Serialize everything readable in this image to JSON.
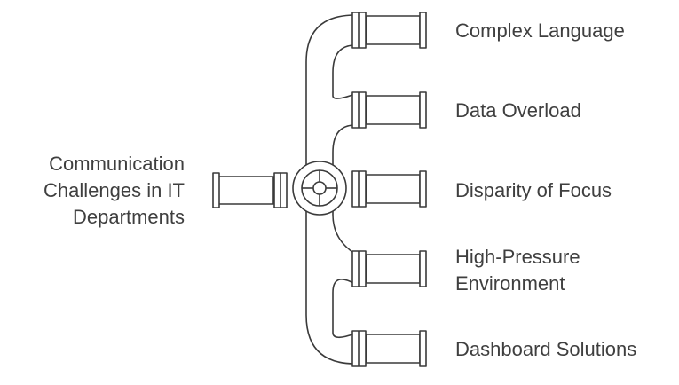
{
  "source": {
    "label": "Communication Challenges in IT Departments"
  },
  "branches": [
    {
      "label": "Complex Language"
    },
    {
      "label": "Data Overload"
    },
    {
      "label": "Disparity of Focus"
    },
    {
      "label": "High-Pressure Environment"
    },
    {
      "label": "Dashboard Solutions"
    }
  ],
  "icons": {
    "hub": "valve-wheel-icon",
    "connector": "pipe-flange-icon"
  },
  "colors": {
    "stroke": "#3a3a3a",
    "fill": "#ffffff",
    "text": "#3f3f3f"
  }
}
